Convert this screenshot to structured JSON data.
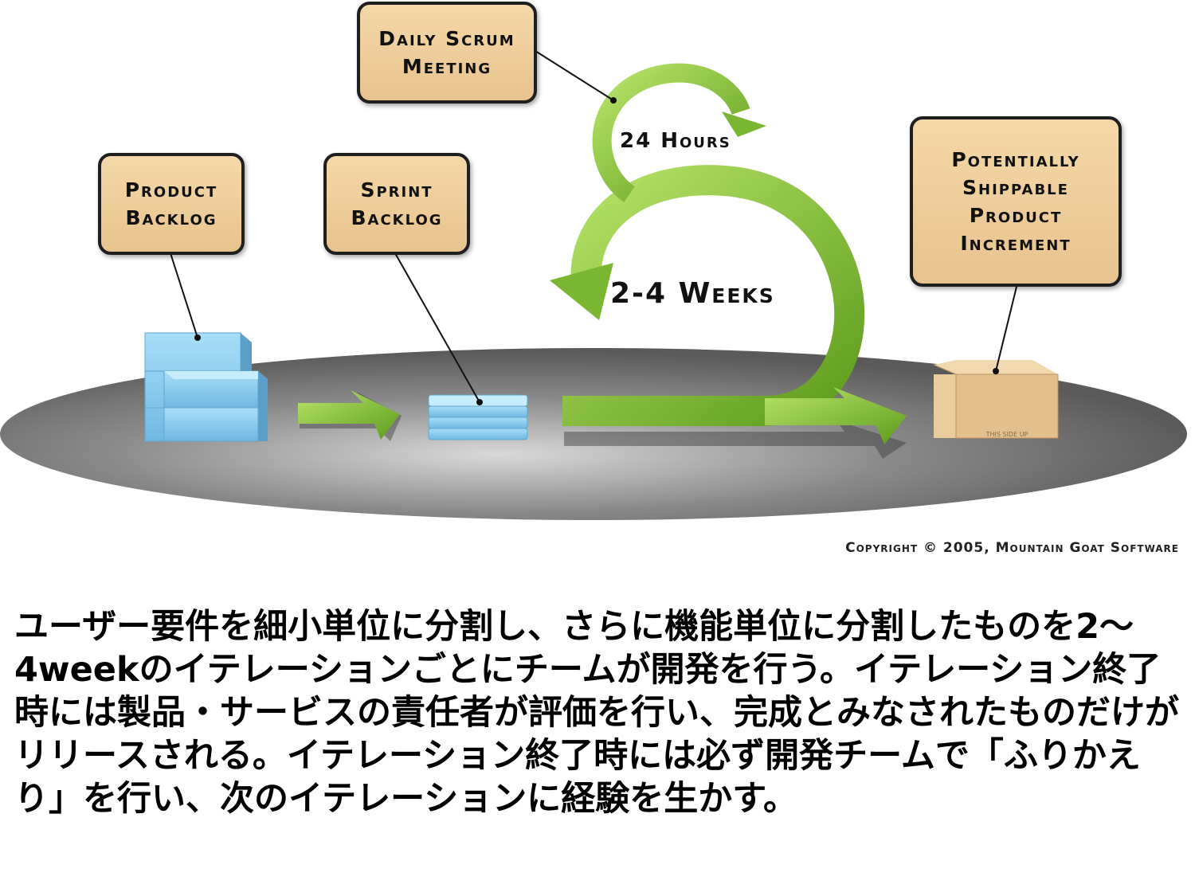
{
  "diagram": {
    "boxes": {
      "daily_scrum": [
        "Daily Scrum",
        "Meeting"
      ],
      "product_backlog": [
        "Product",
        "Backlog"
      ],
      "sprint_backlog": [
        "Sprint",
        "Backlog"
      ],
      "increment": [
        "Potentially",
        "Shippable",
        "Product",
        "Increment"
      ]
    },
    "loops": {
      "hours": "24 Hours",
      "weeks": "2-4 Weeks"
    },
    "copyright": "Copyright © 2005, Mountain Goat Software",
    "box_print": "THIS SIDE UP",
    "colors": {
      "label_fill": "#eac895",
      "arrow_green": "#8cc63f",
      "block_blue": "#8fd0f0",
      "platform": "#6a6a6a",
      "carton": "#e2c18e"
    }
  },
  "description": {
    "paragraph": "ユーザー要件を細小単位に分割し、さらに機能単位に分割したものを2〜4weekのイテレーションごとにチームが開発を行う。イテレーション終了時には製品・サービスの責任者が評価を行い、完成とみなされたものだけがリリースされる。イテレーション終了時には必ず開発チームで「ふりかえり」を行い、次のイテレーションに経験を生かす。"
  }
}
